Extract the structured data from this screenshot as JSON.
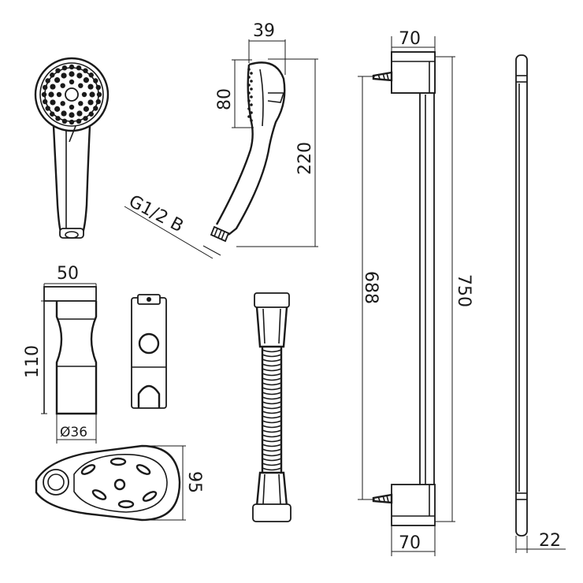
{
  "dimensions": {
    "head_width": "39",
    "head_height": "80",
    "handset_length": "220",
    "thread": "G1/2 B",
    "bar_bracket_top": "70",
    "bar_bracket_bottom": "70",
    "bar_centres": "688",
    "bar_length": "750",
    "bar_diameter": "22",
    "slider_width": "50",
    "slider_height": "110",
    "slider_bore": "Ø36",
    "soap_dish_height": "95"
  }
}
